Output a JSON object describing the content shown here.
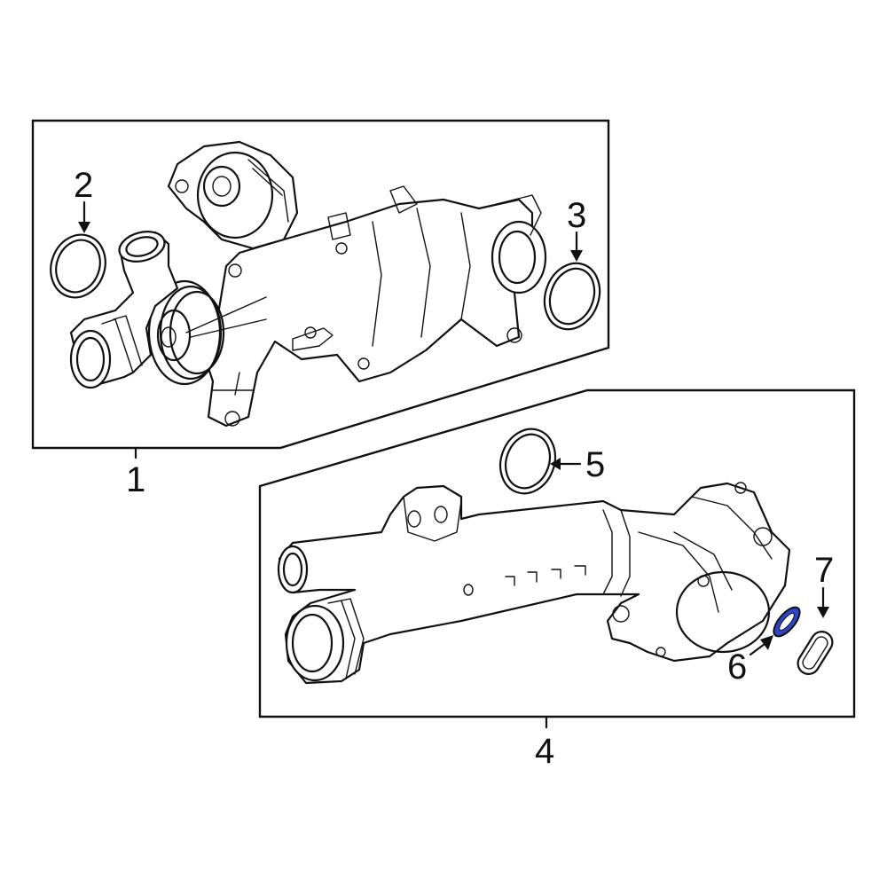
{
  "callouts": {
    "c1": "1",
    "c2": "2",
    "c3": "3",
    "c4": "4",
    "c5": "5",
    "c6": "6",
    "c7": "7"
  },
  "parts": {
    "highlight_color": "#2b44c8"
  }
}
